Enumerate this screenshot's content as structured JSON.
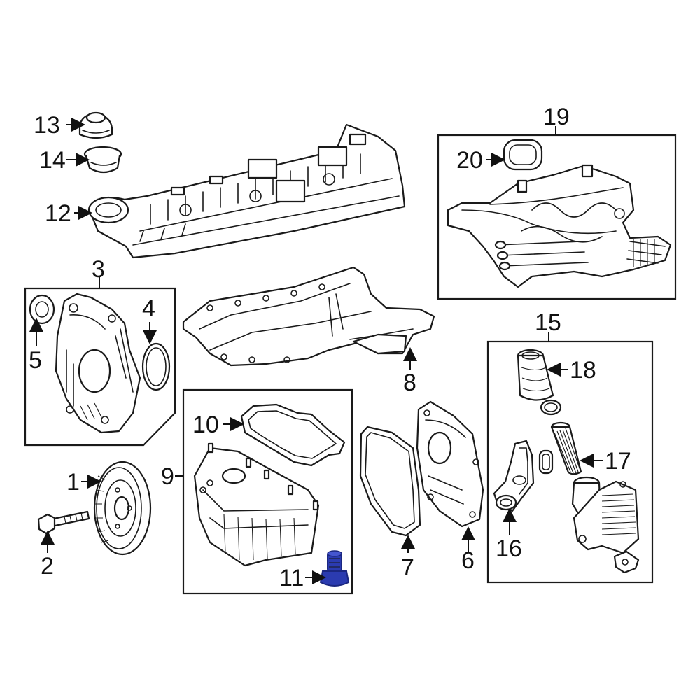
{
  "colors": {
    "line": "#1a1a1a",
    "background": "#ffffff",
    "highlight": "#2b3bb0",
    "highlight_dark": "#1b2780"
  },
  "callouts": {
    "c1": "1",
    "c2": "2",
    "c3": "3",
    "c4": "4",
    "c5": "5",
    "c6": "6",
    "c7": "7",
    "c8": "8",
    "c9": "9",
    "c10": "10",
    "c11": "11",
    "c12": "12",
    "c13": "13",
    "c14": "14",
    "c15": "15",
    "c16": "16",
    "c17": "17",
    "c18": "18",
    "c19": "19",
    "c20": "20"
  },
  "highlighted_part": "11"
}
